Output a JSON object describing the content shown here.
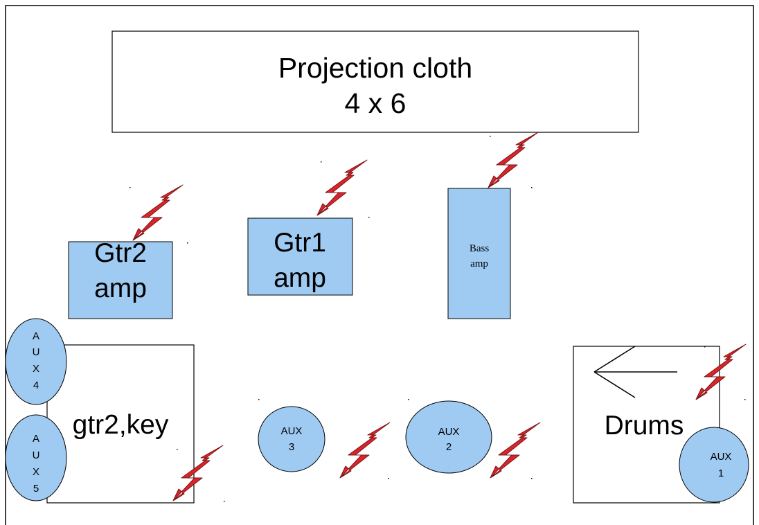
{
  "projection": {
    "line1": "Projection cloth",
    "line2": "4 x 6"
  },
  "gtr2_amp": {
    "line1": "Gtr2",
    "line2": "amp"
  },
  "gtr1_amp": {
    "line1": "Gtr1",
    "line2": "amp"
  },
  "bass_amp": {
    "line1": "Bass",
    "line2": "amp"
  },
  "gtr2_key": {
    "label": "gtr2,key"
  },
  "drums": {
    "label": "Drums"
  },
  "aux1": {
    "line1": "AUX",
    "line2": "1"
  },
  "aux2": {
    "line1": "AUX",
    "line2": "2"
  },
  "aux3": {
    "line1": "AUX",
    "line2": "3"
  },
  "aux4": {
    "l1": "A",
    "l2": "U",
    "l3": "X",
    "l4": "4"
  },
  "aux5": {
    "l1": "A",
    "l2": "U",
    "l3": "X",
    "l4": "5"
  },
  "colors": {
    "equipment_fill": "#9fcaf1",
    "power_bolt": "#d7262b"
  },
  "icons": {
    "power": "lightning-bolt-icon",
    "direction": "arrow-left-icon"
  }
}
